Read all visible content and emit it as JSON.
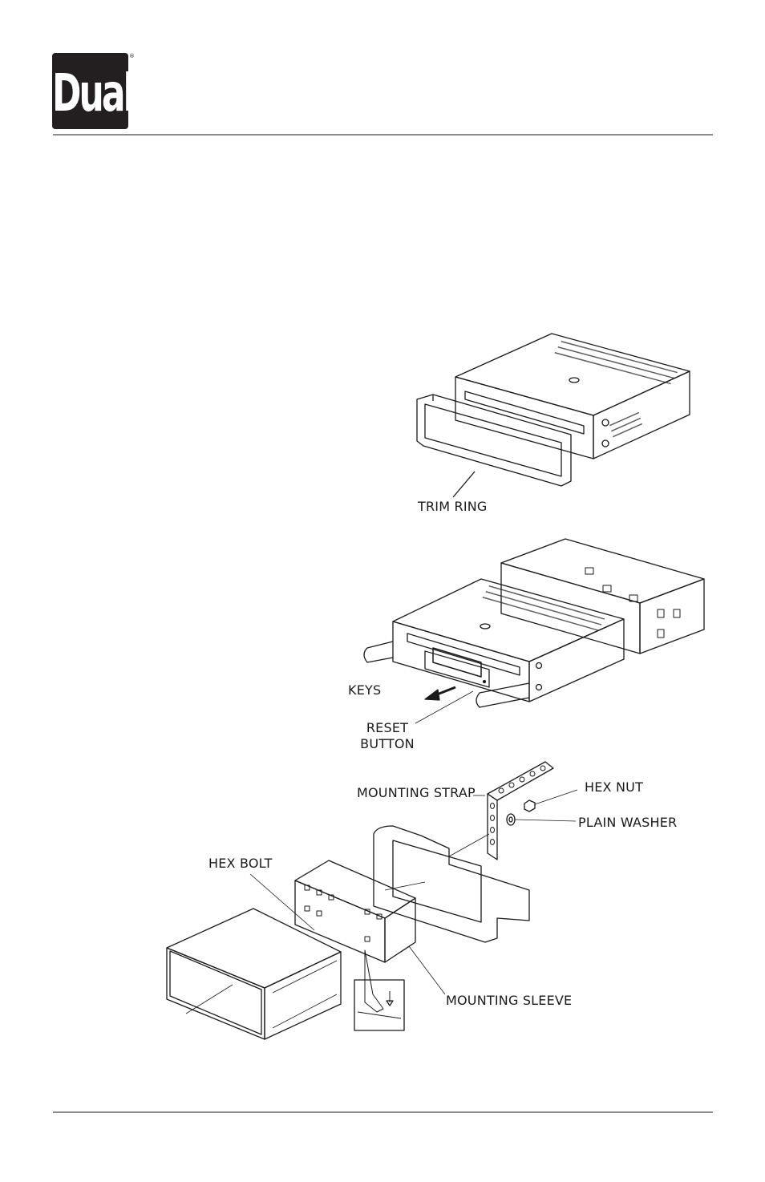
{
  "header": {
    "logo_text": "Dual",
    "logo_registered": "®"
  },
  "figure1": {
    "trim_ring_label": "TRIM RING"
  },
  "figure2": {
    "keys_label": "KEYS",
    "reset_button_label_line1": "RESET",
    "reset_button_label_line2": "BUTTON"
  },
  "figure3": {
    "mounting_strap_label": "MOUNTING STRAP",
    "hex_nut_label": "HEX NUT",
    "plain_washer_label": "PLAIN WASHER",
    "hex_bolt_label": "HEX BOLT",
    "mounting_sleeve_label": "MOUNTING SLEEVE"
  }
}
